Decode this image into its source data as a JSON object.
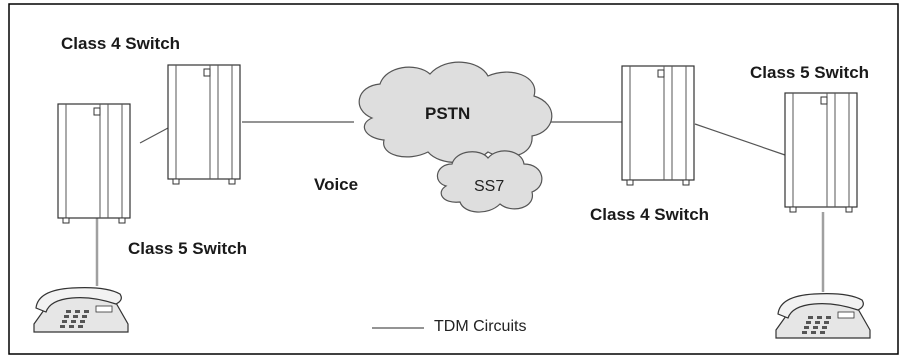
{
  "diagram": {
    "labels": {
      "class4_left": "Class 4 Switch",
      "class5_left": "Class 5 Switch",
      "class4_right": "Class 4 Switch",
      "class5_right": "Class 5 Switch",
      "voice": "Voice",
      "pstn": "PSTN",
      "ss7": "SS7"
    },
    "legend": {
      "label": "TDM Circuits"
    }
  },
  "colors": {
    "border": "#000000",
    "line": "#555555",
    "switch_fill": "#ffffff",
    "switch_stroke": "#333333",
    "cloud_fill": "#dedede",
    "phone_fill": "#e6e6e6"
  }
}
